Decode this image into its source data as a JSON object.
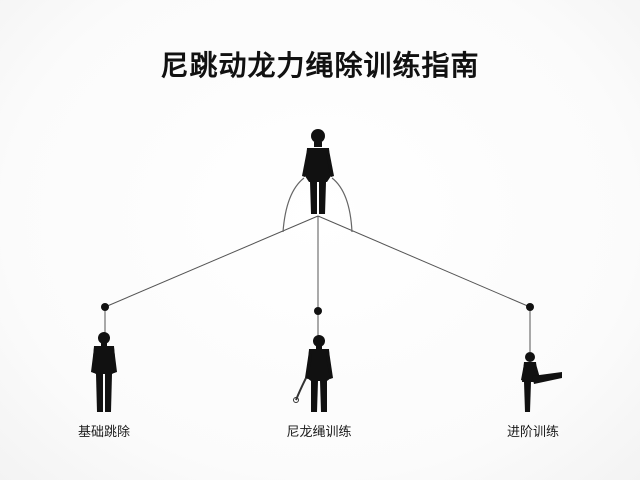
{
  "title": "尼跳动龙力绳除训练指南",
  "nodes": [
    {
      "label": "基础跳除"
    },
    {
      "label": "尼龙绳训练"
    },
    {
      "label": "进阶训练"
    }
  ],
  "colors": {
    "line": "#555555",
    "figure": "#111111",
    "text": "#111111"
  }
}
